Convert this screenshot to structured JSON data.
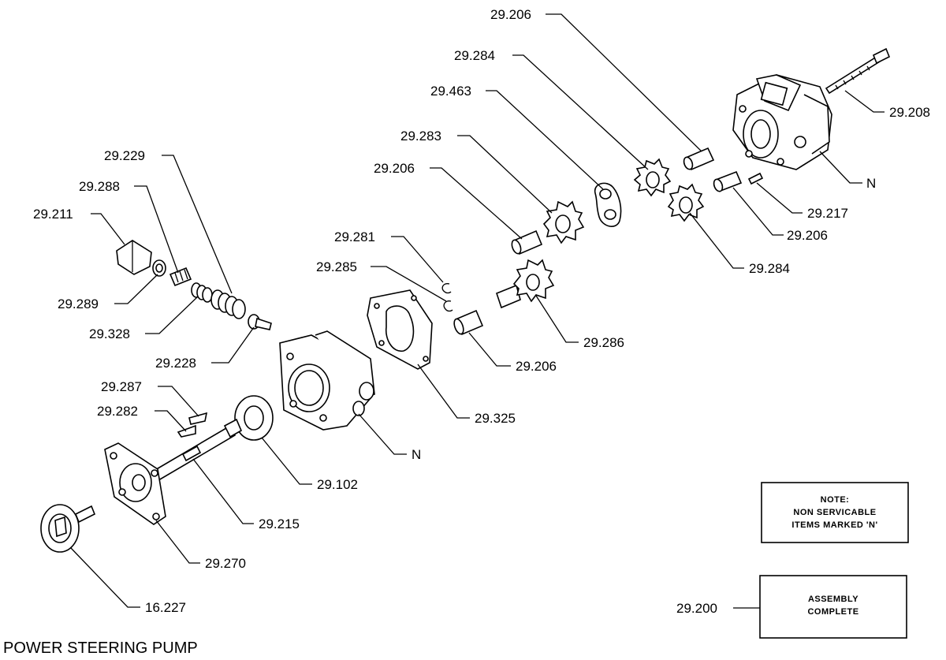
{
  "title": "POWER STEERING PUMP",
  "labels": {
    "p29_206_top": "29.206",
    "p29_284_top": "29.284",
    "p29_463": "29.463",
    "p29_283": "29.283",
    "p29_206_a": "29.206",
    "p29_229": "29.229",
    "p29_288": "29.288",
    "p29_211": "29.211",
    "p29_281": "29.281",
    "p29_285": "29.285",
    "p29_289": "29.289",
    "p29_328": "29.328",
    "p29_228": "29.228",
    "p29_287": "29.287",
    "p29_282": "29.282",
    "p29_208": "29.208",
    "p_n_right": "N",
    "p29_217": "29.217",
    "p29_206_b": "29.206",
    "p29_284_b": "29.284",
    "p29_286": "29.286",
    "p29_206_c": "29.206",
    "p29_325": "29.325",
    "p_n_mid": "N",
    "p29_102": "29.102",
    "p29_215": "29.215",
    "p29_270": "29.270",
    "p16_227": "16.227",
    "p29_200": "29.200"
  },
  "note": {
    "line1": "NOTE:",
    "line2": "NON SERVICABLE",
    "line3": "ITEMS MARKED 'N'"
  },
  "assembly": {
    "line1": "ASSEMBLY",
    "line2": "COMPLETE"
  }
}
